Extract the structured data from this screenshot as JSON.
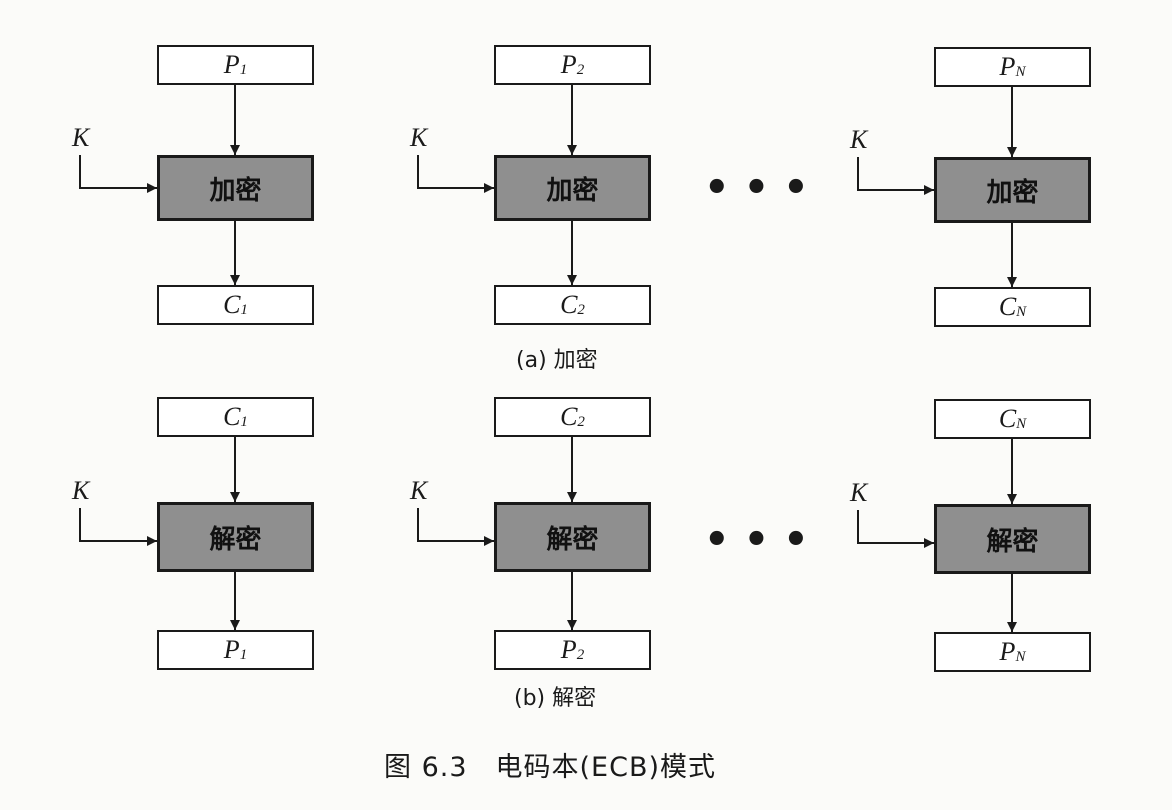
{
  "key_label": "K",
  "ellipsis": "•••",
  "encryption": {
    "op_label": "加密",
    "caption": "(a) 加密",
    "columns": [
      {
        "input": {
          "base": "P",
          "sub": "1"
        },
        "output": {
          "base": "C",
          "sub": "1"
        }
      },
      {
        "input": {
          "base": "P",
          "sub": "2"
        },
        "output": {
          "base": "C",
          "sub": "2"
        }
      },
      {
        "input": {
          "base": "P",
          "sub": "N"
        },
        "output": {
          "base": "C",
          "sub": "N"
        }
      }
    ]
  },
  "decryption": {
    "op_label": "解密",
    "caption": "(b) 解密",
    "columns": [
      {
        "input": {
          "base": "C",
          "sub": "1"
        },
        "output": {
          "base": "P",
          "sub": "1"
        }
      },
      {
        "input": {
          "base": "C",
          "sub": "2"
        },
        "output": {
          "base": "P",
          "sub": "2"
        }
      },
      {
        "input": {
          "base": "C",
          "sub": "N"
        },
        "output": {
          "base": "P",
          "sub": "N"
        }
      }
    ]
  },
  "figure_caption": "图 6.3　电码本(ECB)模式"
}
